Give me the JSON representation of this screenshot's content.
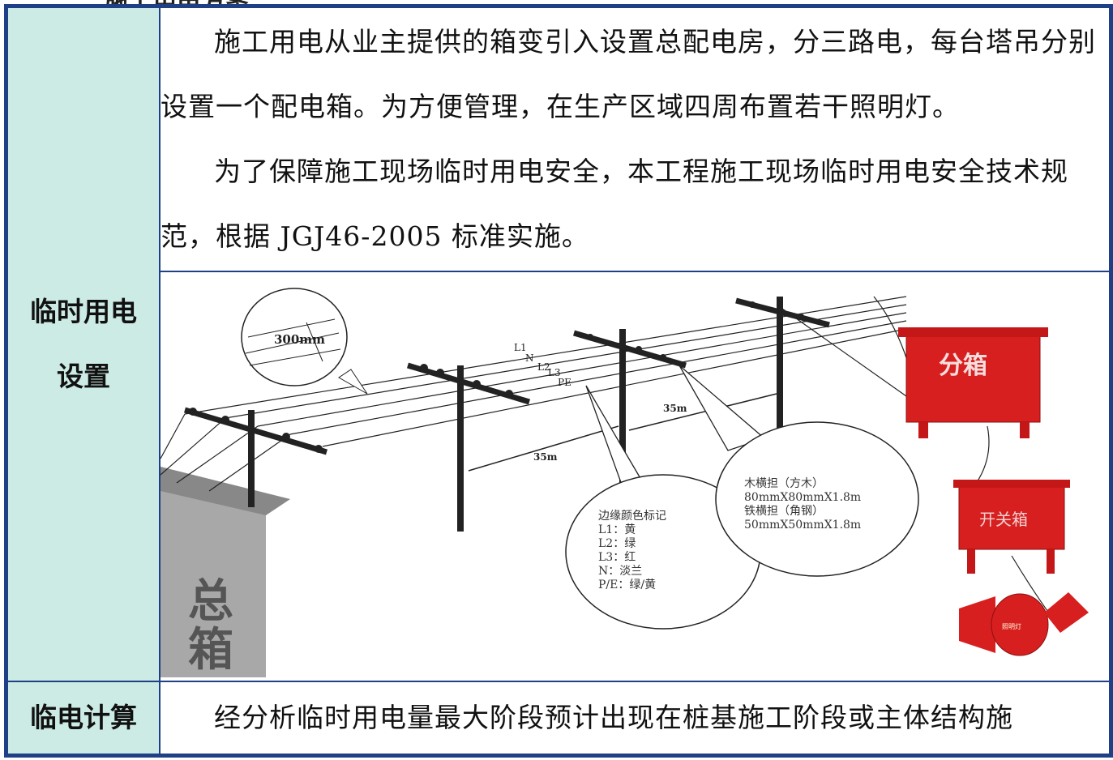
{
  "top_heading": "施工用电方案",
  "rows": {
    "setup_label_1": "临时用电",
    "setup_label_2": "设置",
    "para1": "施工用电从业主提供的箱变引入设置总配电房，分三路电，每台塔吊分别设置一个配电箱。为方便管理，在生产区域四周布置若干照明灯。",
    "para2": "为了保障施工现场临时用电安全，本工程施工现场临时用电安全技术规范，根据 JGJ46-2005 标准实施。",
    "calc_label": "临电计算",
    "calc_text": "经分析临时用电量最大阶段预计出现在桩基施工阶段或主体结构施"
  },
  "diagram": {
    "spacing_label": "300mm",
    "span_1": "35m",
    "span_2": "35m",
    "wire_l1": "L1",
    "wire_n": "N",
    "wire_l2": "L2",
    "wire_l3": "L3",
    "wire_pe": "PE",
    "main_box_1": "总",
    "main_box_2": "箱",
    "sub_box": "分箱",
    "switch_box": "开关箱",
    "lamp_label": "照明灯",
    "crossarm": [
      "木横担（方木）",
      "80mmX80mmX1.8m",
      "铁横担（角钢）",
      "50mmX50mmX1.8m"
    ],
    "color_marks": [
      "边缘颜色标记",
      "L1：黄",
      "L2：绿",
      "L3：红",
      "N：淡兰",
      "P/E：绿/黄"
    ]
  },
  "colors": {
    "label_bg": "#ccebe5",
    "border": "#1f3f86",
    "box_red": "#d81f1f"
  }
}
